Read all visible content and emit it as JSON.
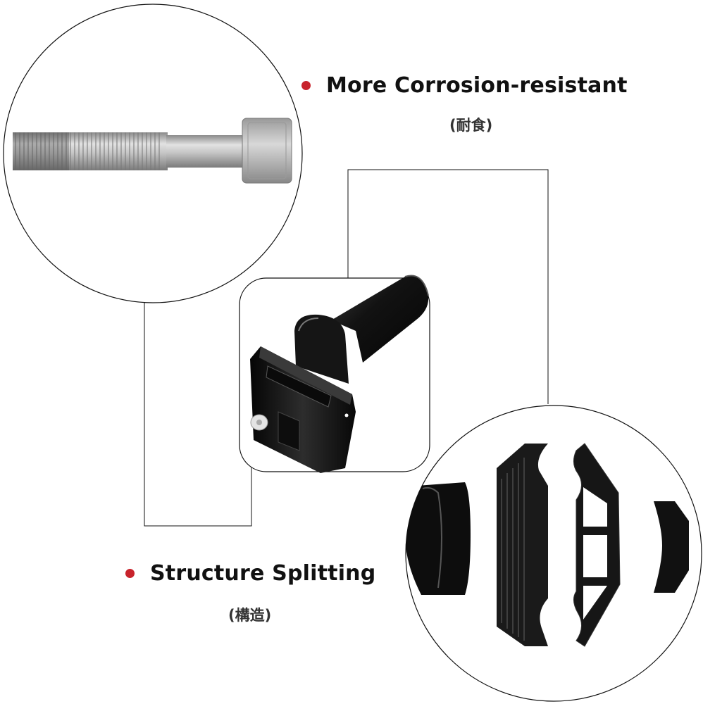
{
  "colors": {
    "accent": "#c8232c",
    "line": "#111111",
    "metal_dark": "#1a1a1a",
    "metal_silver": "#b8b8b8"
  },
  "callouts": {
    "corrosion": {
      "title": "More Corrosion-resistant",
      "subtitle": "(耐食)",
      "icon": "red-bullet-icon"
    },
    "structure": {
      "title": "Structure Splitting",
      "subtitle": "(構造)",
      "icon": "red-bullet-icon"
    }
  },
  "images": {
    "screw": "hex-socket-screw-closeup",
    "mount": "black-seatpost-clamp-assembly",
    "parts": "exploded-clamp-parts"
  }
}
